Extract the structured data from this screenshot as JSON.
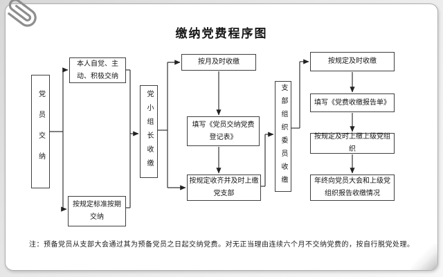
{
  "page": {
    "title": "缴纳党费程序图",
    "note": "注：预备党员从支部大会通过其为预备党员之日起交纳党费。对无正当理由连续六个月不交纳党费的，按自行脱党处理。"
  },
  "colors": {
    "line": "#333333",
    "box_border": "#3d3d3d",
    "card_background": "#ffffff",
    "page_background": "#e9e9e9"
  },
  "icons": {
    "paperclip": "paperclip-icon"
  },
  "flowchart": {
    "nodes": [
      {
        "id": "party-member-pays",
        "label": "党员交纳",
        "orientation": "vertical"
      },
      {
        "id": "voluntary-active-pay",
        "label": "本人自觉、主动、积极交纳",
        "orientation": "horizontal"
      },
      {
        "id": "pay-per-standard-on-time",
        "label": "按规定标准按期交纳",
        "orientation": "horizontal"
      },
      {
        "id": "group-leader-collects",
        "label": "党小组长收缴",
        "orientation": "vertical"
      },
      {
        "id": "collect-monthly",
        "label": "按月及时收缴",
        "orientation": "horizontal"
      },
      {
        "id": "fill-member-dues-register",
        "label": "填写《党员交纳党费登记表》",
        "orientation": "horizontal"
      },
      {
        "id": "collect-fully-remit-branch",
        "label": "按规定收齐并及时上缴党支部",
        "orientation": "horizontal"
      },
      {
        "id": "branch-committee-collects",
        "label": "支部组织委员收缴",
        "orientation": "vertical"
      },
      {
        "id": "collect-per-rules",
        "label": "按规定及时收缴",
        "orientation": "horizontal"
      },
      {
        "id": "fill-dues-report-form",
        "label": "填写《党费收缴报告单》",
        "orientation": "horizontal"
      },
      {
        "id": "remit-to-higher-org",
        "label": "按规定及时上缴上级党组织",
        "orientation": "horizontal"
      },
      {
        "id": "year-end-report",
        "label": "年终向党员大会和上级党组织报告收缴情况",
        "orientation": "horizontal"
      }
    ]
  }
}
